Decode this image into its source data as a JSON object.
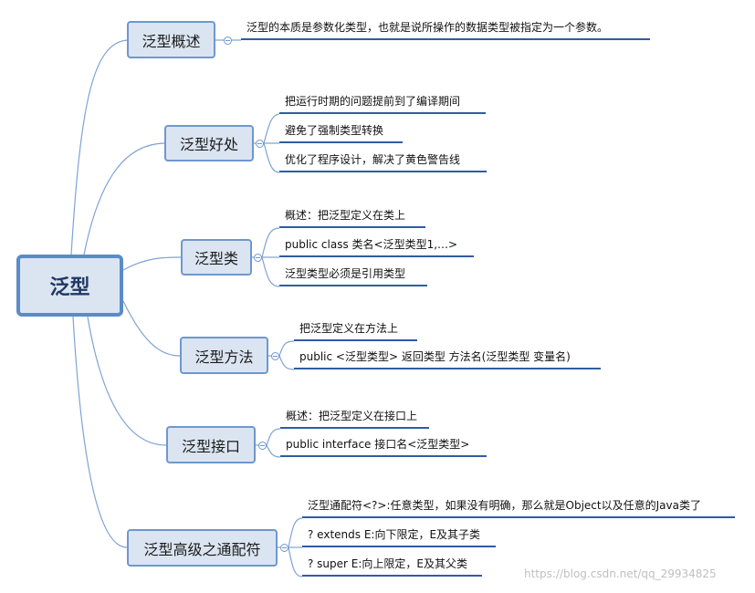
{
  "root": {
    "label": "泛型"
  },
  "topics": [
    {
      "label": "泛型概述",
      "items": [
        "泛型的本质是参数化类型，也就是说所操作的数据类型被指定为一个参数。"
      ]
    },
    {
      "label": "泛型好处",
      "items": [
        "把运行时期的问题提前到了编译期间",
        "避免了强制类型转换",
        "优化了程序设计，解决了黄色警告线"
      ]
    },
    {
      "label": "泛型类",
      "items": [
        "概述：把泛型定义在类上",
        "public class 类名<泛型类型1,…>",
        "泛型类型必须是引用类型"
      ]
    },
    {
      "label": "泛型方法",
      "items": [
        "把泛型定义在方法上",
        "public  <泛型类型> 返回类型 方法名(泛型类型 变量名)"
      ]
    },
    {
      "label": "泛型接口",
      "items": [
        "概述：把泛型定义在接口上",
        "public interface 接口名<泛型类型>"
      ]
    },
    {
      "label": "泛型高级之通配符",
      "items": [
        "泛型通配符<?>:任意类型，如果没有明确，那么就是Object以及任意的Java类了",
        "? extends E:向下限定，E及其子类",
        "? super E:向上限定，E及其父类"
      ]
    }
  ],
  "watermark": "https://blog.csdn.net/qq_29934825",
  "colors": {
    "box_fill": "#dbe5f1",
    "box_border": "#6f97cf",
    "root_border": "#5b8bc8",
    "underline": "#2f5d9f",
    "connector": "#7fa3d6"
  }
}
